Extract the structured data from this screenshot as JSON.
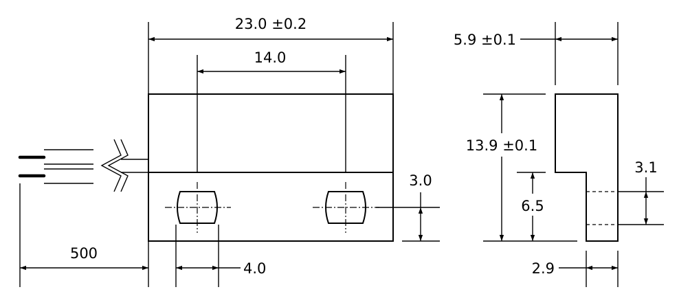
{
  "dimensions": {
    "overall_length": "23.0 ±0.2",
    "hole_spacing": "14.0",
    "hole_height": "3.0",
    "hole_width": "4.0",
    "cable_length": "500",
    "body_depth": "5.9 ±0.1",
    "body_height": "13.9 ±0.1",
    "step_height": "6.5",
    "slot_height": "3.1",
    "lower_thickness": "2.9"
  }
}
